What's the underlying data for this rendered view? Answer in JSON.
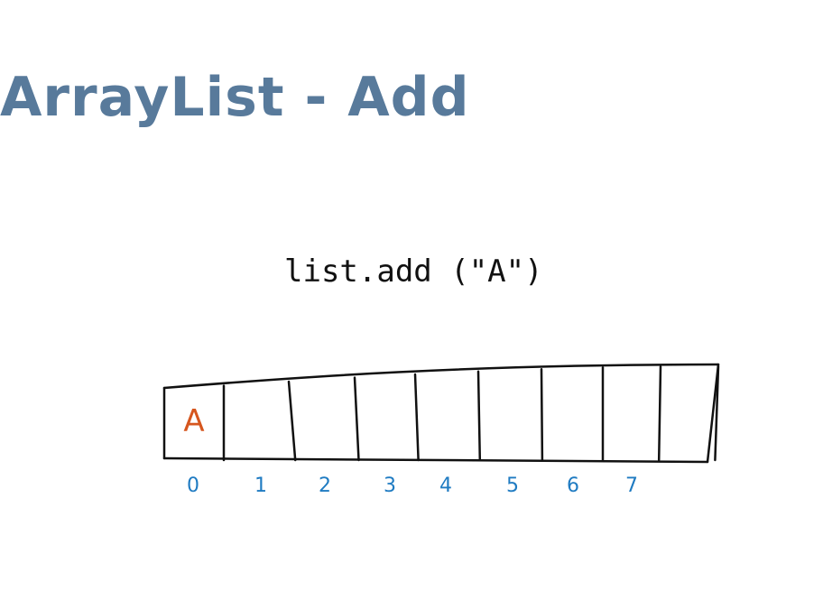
{
  "title": "ArrayList - Add",
  "code": "list.add (\"A\")",
  "array": {
    "values": [
      "A",
      "",
      "",
      "",
      "",
      "",
      "",
      "",
      "",
      ""
    ],
    "indices": [
      "0",
      "1",
      "2",
      "3",
      "4",
      "5",
      "6",
      "7"
    ]
  },
  "colors": {
    "title": "#587a9b",
    "ink": "#111111",
    "value": "#d6561e",
    "index": "#1f7bc2",
    "background": "#ffffff"
  }
}
